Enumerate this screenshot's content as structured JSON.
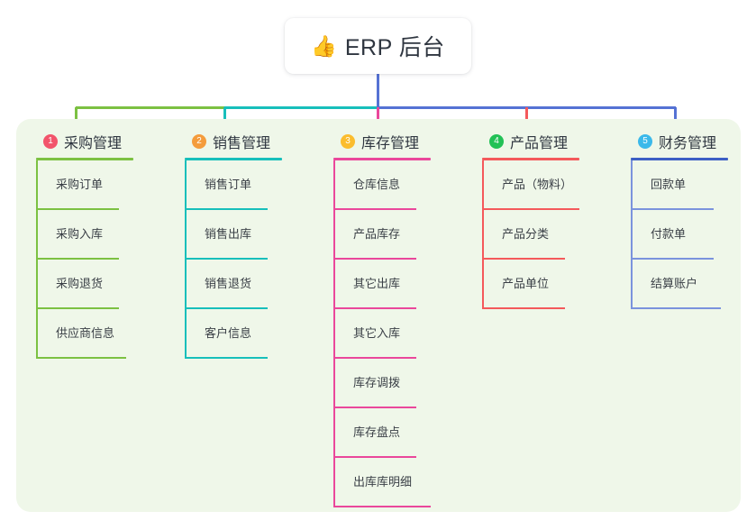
{
  "diagram": {
    "type": "mindmap-orgchart",
    "root": {
      "icon": "thumbs-up-icon",
      "icon_glyph": "👍",
      "label": "ERP 后台"
    },
    "panel_background": "#eff7e9",
    "branches": [
      {
        "number": "1",
        "title": "采购管理",
        "badge_color": "#f2546b",
        "line_color": "#7cc142",
        "rule_color": "#7cc142",
        "items": [
          "采购订单",
          "采购入库",
          "采购退货",
          "供应商信息"
        ]
      },
      {
        "number": "2",
        "title": "销售管理",
        "badge_color": "#f49c3c",
        "line_color": "#17bfbb",
        "rule_color": "#17bfbb",
        "items": [
          "销售订单",
          "销售出库",
          "销售退货",
          "客户信息"
        ]
      },
      {
        "number": "3",
        "title": "库存管理",
        "badge_color": "#fbbd2e",
        "line_color": "#ea479b",
        "rule_color": "#ea479b",
        "items": [
          "仓库信息",
          "产品库存",
          "其它出库",
          "其它入库",
          "库存调拨",
          "库存盘点",
          "出库库明细"
        ]
      },
      {
        "number": "4",
        "title": "产品管理",
        "badge_color": "#22c156",
        "line_color": "#f4595b",
        "rule_color": "#f4595b",
        "items": [
          "产品（物料）",
          "产品分类",
          "产品单位"
        ]
      },
      {
        "number": "5",
        "title": "财务管理",
        "badge_color": "#3bb9ea",
        "line_color": "#5572d4",
        "rule_color": "#3d5fc4",
        "items": [
          "回款单",
          "付款单",
          "结算账户"
        ]
      }
    ],
    "bus": {
      "segment_colors": [
        "#7cc142",
        "#17bfbb",
        "#5572d4"
      ],
      "stem_color": "#5572d4"
    }
  }
}
